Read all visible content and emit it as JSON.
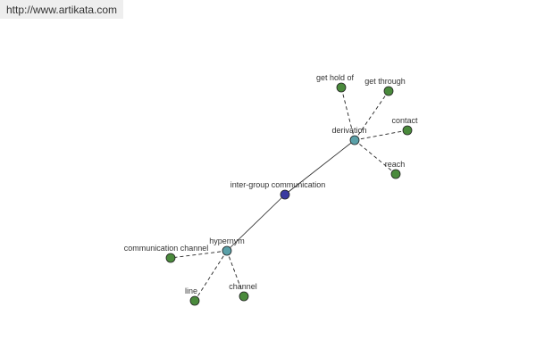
{
  "header": {
    "url": "http://www.artikata.com"
  },
  "graph": {
    "colors": {
      "center": "#3a3aa0",
      "hub": "#5aa0a8",
      "leaf": "#4a8a3c"
    },
    "nodes": [
      {
        "id": "center",
        "label": "inter-group communication",
        "kind": "center"
      },
      {
        "id": "derivation",
        "label": "derivation",
        "kind": "hub"
      },
      {
        "id": "hypernym",
        "label": "hypernym",
        "kind": "hub"
      },
      {
        "id": "get-hold-of",
        "label": "get hold of",
        "kind": "leaf"
      },
      {
        "id": "get-through",
        "label": "get through",
        "kind": "leaf"
      },
      {
        "id": "contact",
        "label": "contact",
        "kind": "leaf"
      },
      {
        "id": "reach",
        "label": "reach",
        "kind": "leaf"
      },
      {
        "id": "communication-channel",
        "label": "communication channel",
        "kind": "leaf"
      },
      {
        "id": "line",
        "label": "line",
        "kind": "leaf"
      },
      {
        "id": "channel",
        "label": "channel",
        "kind": "leaf"
      }
    ],
    "edges": [
      {
        "from": "center",
        "to": "derivation",
        "style": "solid"
      },
      {
        "from": "center",
        "to": "hypernym",
        "style": "solid"
      },
      {
        "from": "derivation",
        "to": "get-hold-of",
        "style": "dashed"
      },
      {
        "from": "derivation",
        "to": "get-through",
        "style": "dashed"
      },
      {
        "from": "derivation",
        "to": "contact",
        "style": "dashed"
      },
      {
        "from": "derivation",
        "to": "reach",
        "style": "dashed"
      },
      {
        "from": "hypernym",
        "to": "communication-channel",
        "style": "dashed"
      },
      {
        "from": "hypernym",
        "to": "line",
        "style": "dashed"
      },
      {
        "from": "hypernym",
        "to": "channel",
        "style": "dashed"
      }
    ]
  }
}
